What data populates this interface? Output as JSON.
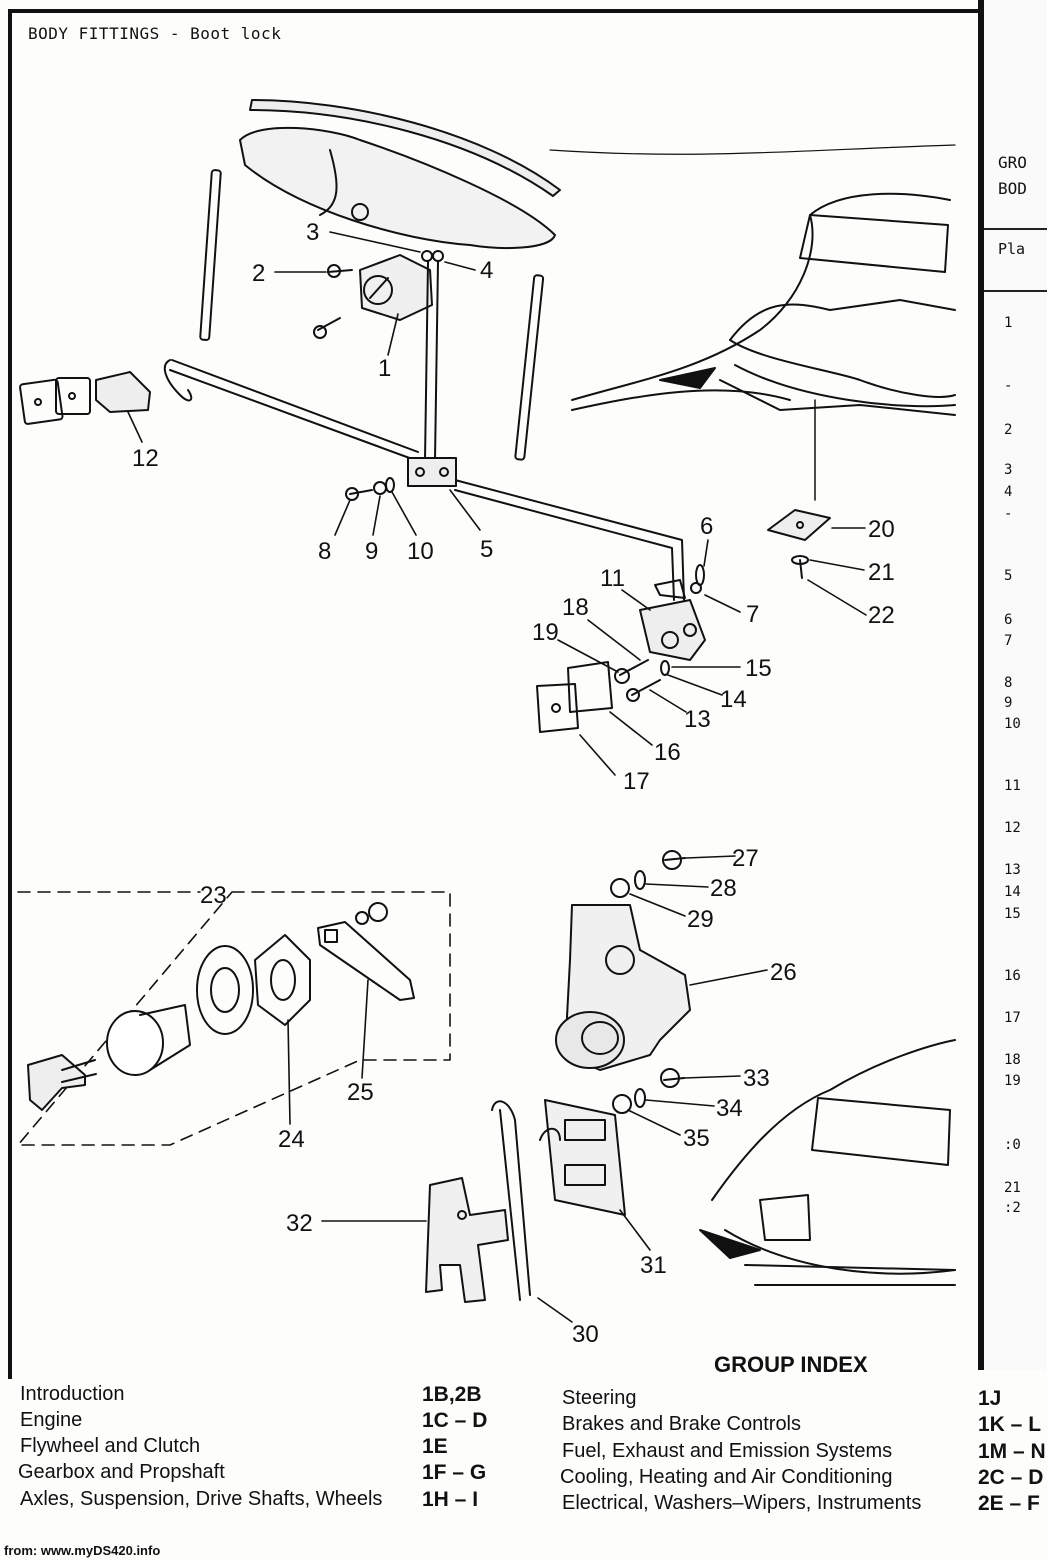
{
  "header": {
    "title": "BODY FITTINGS - Boot lock"
  },
  "right_strip": {
    "header_line1": "GRO",
    "header_line2": "BOD",
    "column_label": "Pla",
    "row_numbers": [
      "1",
      "-",
      "2",
      "3",
      "4",
      "-",
      "5",
      "6",
      "7",
      "8",
      "9",
      "10",
      "11",
      "12",
      "13",
      "14",
      "15",
      "16",
      "17",
      "18",
      "19",
      ":0",
      "21",
      ":2"
    ]
  },
  "callouts": [
    "1",
    "2",
    "3",
    "4",
    "5",
    "6",
    "7",
    "8",
    "9",
    "10",
    "11",
    "12",
    "13",
    "14",
    "15",
    "16",
    "17",
    "18",
    "19",
    "20",
    "21",
    "22",
    "23",
    "24",
    "25",
    "26",
    "27",
    "28",
    "29",
    "30",
    "31",
    "32",
    "33",
    "34",
    "35"
  ],
  "group_index": {
    "title": "GROUP INDEX",
    "left": [
      {
        "label": "Introduction",
        "code": "1B,2B"
      },
      {
        "label": "Engine",
        "code": "1C – D"
      },
      {
        "label": "Flywheel and Clutch",
        "code": "1E"
      },
      {
        "label": "Gearbox and Propshaft",
        "code": "1F – G"
      },
      {
        "label": "Axles, Suspension, Drive Shafts, Wheels",
        "code": "1H – I"
      }
    ],
    "right": [
      {
        "label": "Steering",
        "code": "1J"
      },
      {
        "label": "Brakes and Brake Controls",
        "code": "1K – L"
      },
      {
        "label": "Fuel, Exhaust and Emission Systems",
        "code": "1M – N"
      },
      {
        "label": "Cooling, Heating and Air Conditioning",
        "code": "2C – D"
      },
      {
        "label": "Electrical, Washers–Wipers, Instruments",
        "code": "2E – F"
      }
    ]
  },
  "footer": {
    "source": "from: www.myDS420.info"
  }
}
